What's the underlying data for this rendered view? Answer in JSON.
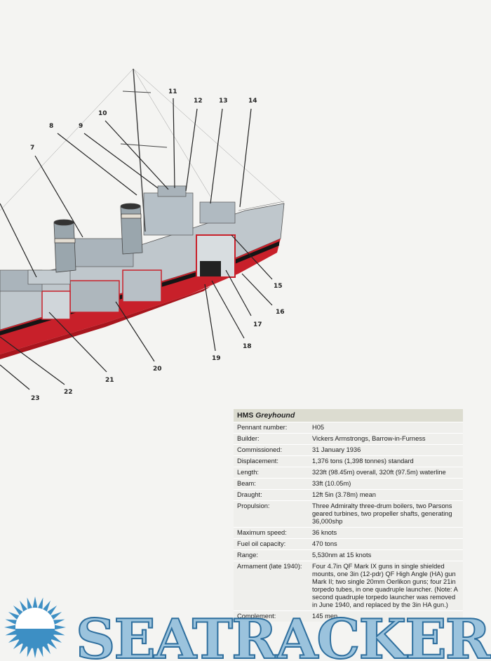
{
  "callouts": [
    "7",
    "8",
    "9",
    "10",
    "11",
    "12",
    "13",
    "14",
    "15",
    "16",
    "17",
    "18",
    "19",
    "20",
    "21",
    "22",
    "23"
  ],
  "specs": {
    "title_prefix": "HMS ",
    "title_name": "Greyhound",
    "rows": [
      {
        "label": "Pennant number:",
        "value": "H05"
      },
      {
        "label": "Builder:",
        "value": "Vickers Armstrongs, Barrow-in-Furness"
      },
      {
        "label": "Commissioned:",
        "value": "31 January 1936"
      },
      {
        "label": "Displacement:",
        "value": "1,376 tons (1,398 tonnes) standard"
      },
      {
        "label": "Length:",
        "value": "323ft (98.45m) overall, 320ft (97.5m) waterline"
      },
      {
        "label": "Beam:",
        "value": "33ft (10.05m)"
      },
      {
        "label": "Draught:",
        "value": "12ft 5in (3.78m) mean"
      },
      {
        "label": "Propulsion:",
        "value": "Three Admiralty three-drum boilers, two Parsons geared turbines, two propeller shafts, generating 36,000shp"
      },
      {
        "label": "Maximum speed:",
        "value": "36 knots"
      },
      {
        "label": "Fuel oil capacity:",
        "value": "470 tons"
      },
      {
        "label": "Range:",
        "value": "5,530nm at 15 knots"
      },
      {
        "label": "Armament (late 1940):",
        "value": "Four 4.7in QF Mark IX guns in single shielded mounts, one 3in (12-pdr) QF High Angle (HA) gun Mark II; two single 20mm Oerlikon guns; four 21in torpedo tubes, in one quadruple launcher. (Note: A second quadruple torpedo launcher was removed in June 1940, and replaced by the 3in HA gun.)"
      },
      {
        "label": "Complement:",
        "value": "145 men"
      }
    ]
  },
  "watermark": {
    "text": "SEATRACKER.RU"
  }
}
